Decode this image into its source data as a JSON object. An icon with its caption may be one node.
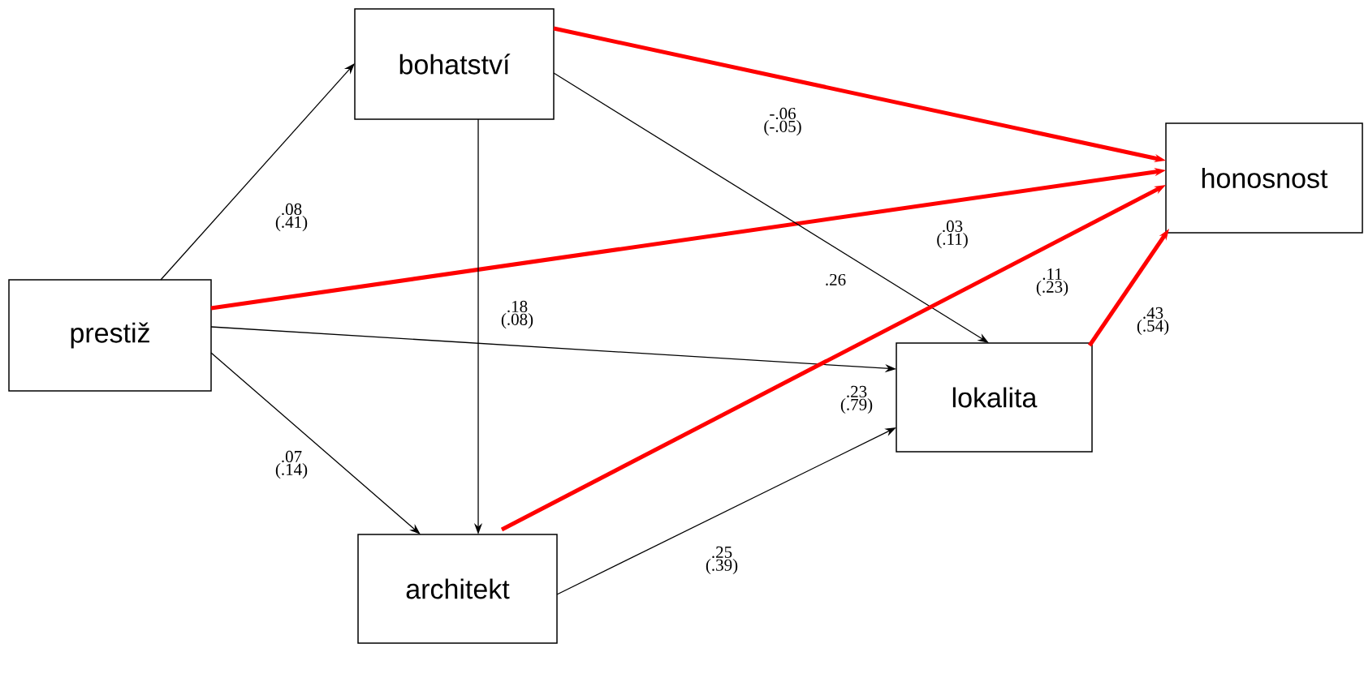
{
  "diagram": {
    "nodes": [
      {
        "text": [
          "bohatství"
        ]
      },
      {
        "text": [
          "honosnost"
        ]
      },
      {
        "text": [
          "prestiž"
        ]
      },
      {
        "text": [
          "lokalita"
        ]
      },
      {
        "text": [
          "architekt"
        ]
      }
    ],
    "edges": [
      {
        "from": 2,
        "to": 0,
        "arrow": "to",
        "label": ".08 (.41)"
      },
      {
        "from": 0,
        "to": 1,
        "arrow": "to",
        "label": "-.06 (-.05)",
        "style": "thick",
        "color": "#ff0000"
      },
      {
        "from": 2,
        "to": 1,
        "arrow": "to",
        "label": ".03 (.11)",
        "style": "thick",
        "color": "#ff0000"
      },
      {
        "from": 0,
        "to": 3,
        "arrow": "to",
        "label": ".26"
      },
      {
        "from": 0,
        "to": 4,
        "arrow": "to",
        "label": ".18 (.08)"
      },
      {
        "from": 2,
        "to": 3,
        "arrow": "to",
        "label": ".23 (.79)"
      },
      {
        "from": 2,
        "to": 4,
        "arrow": "to",
        "label": ".07 (.14)"
      },
      {
        "from": 4,
        "to": 3,
        "arrow": "to",
        "label": ".25 (.39)"
      },
      {
        "from": 4,
        "to": 1,
        "arrow": "to",
        "label": ".11 (.23)",
        "style": "thick",
        "color": "#ff0000"
      },
      {
        "from": 3,
        "to": 1,
        "arrow": "to",
        "label": ".43 (.54)",
        "style": "thick",
        "color": "#ff0000"
      }
    ]
  }
}
